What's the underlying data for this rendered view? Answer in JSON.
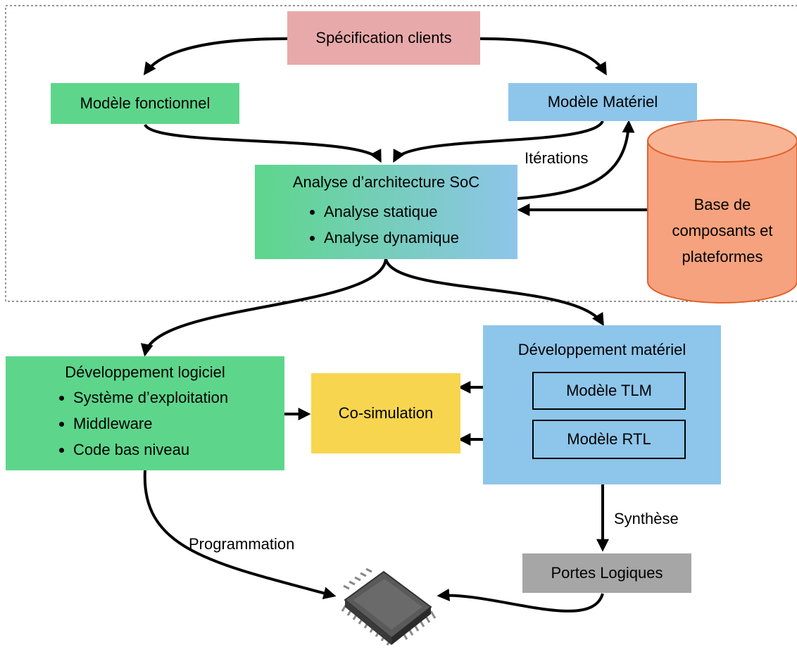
{
  "nodes": {
    "spec": {
      "label": "Spécification clients"
    },
    "functional": {
      "label": "Modèle fonctionnel"
    },
    "hardware_model": {
      "label": "Modèle Matériel"
    },
    "soc": {
      "title": "Analyse d’architecture SoC",
      "items": [
        "Analyse statique",
        "Analyse dynamique"
      ]
    },
    "database": {
      "line1": "Base de",
      "line2": "composants et",
      "line3": "plateformes"
    },
    "software": {
      "title": "Développement logiciel",
      "items": [
        "Système d’exploitation",
        "Middleware",
        "Code bas niveau"
      ]
    },
    "cosim": {
      "label": "Co-simulation"
    },
    "hardware_dev": {
      "title": "Développement matériel",
      "tlm": "Modèle TLM",
      "rtl": "Modèle RTL"
    },
    "gates": {
      "label": "Portes Logiques"
    }
  },
  "edge_labels": {
    "iterations": "Itérations",
    "synthesis": "Synthèse",
    "programming": "Programmation"
  },
  "colors": {
    "spec": "#e8a9aa",
    "functional": "#5dd68b",
    "hardware_model": "#8ec5ea",
    "soc_gradient_start": "#5dd68b",
    "soc_gradient_end": "#8ec5ea",
    "database": "#f6a27e",
    "software": "#5dd68b",
    "cosim": "#f7d54f",
    "hardware_dev": "#8ec5ea",
    "gates": "#a6a6a6"
  }
}
